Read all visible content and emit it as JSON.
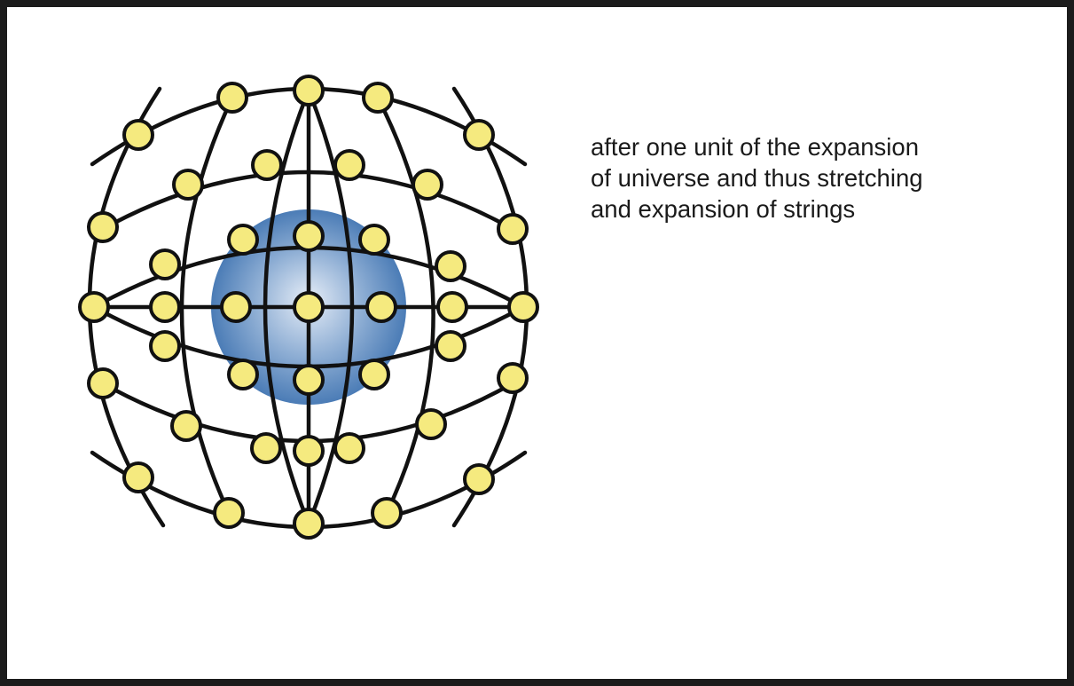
{
  "caption": {
    "lines": [
      "after one unit of the expansion",
      "of universe and thus stretching",
      "and expansion of strings"
    ]
  },
  "colors": {
    "frame": "#1c1c1c",
    "string": "#111111",
    "node_fill": "#f5ea7f",
    "node_stroke": "#111111",
    "sphere_light": "#e6edf7",
    "sphere_mid": "#8eaed4",
    "sphere_dark": "#4b7cb6"
  }
}
